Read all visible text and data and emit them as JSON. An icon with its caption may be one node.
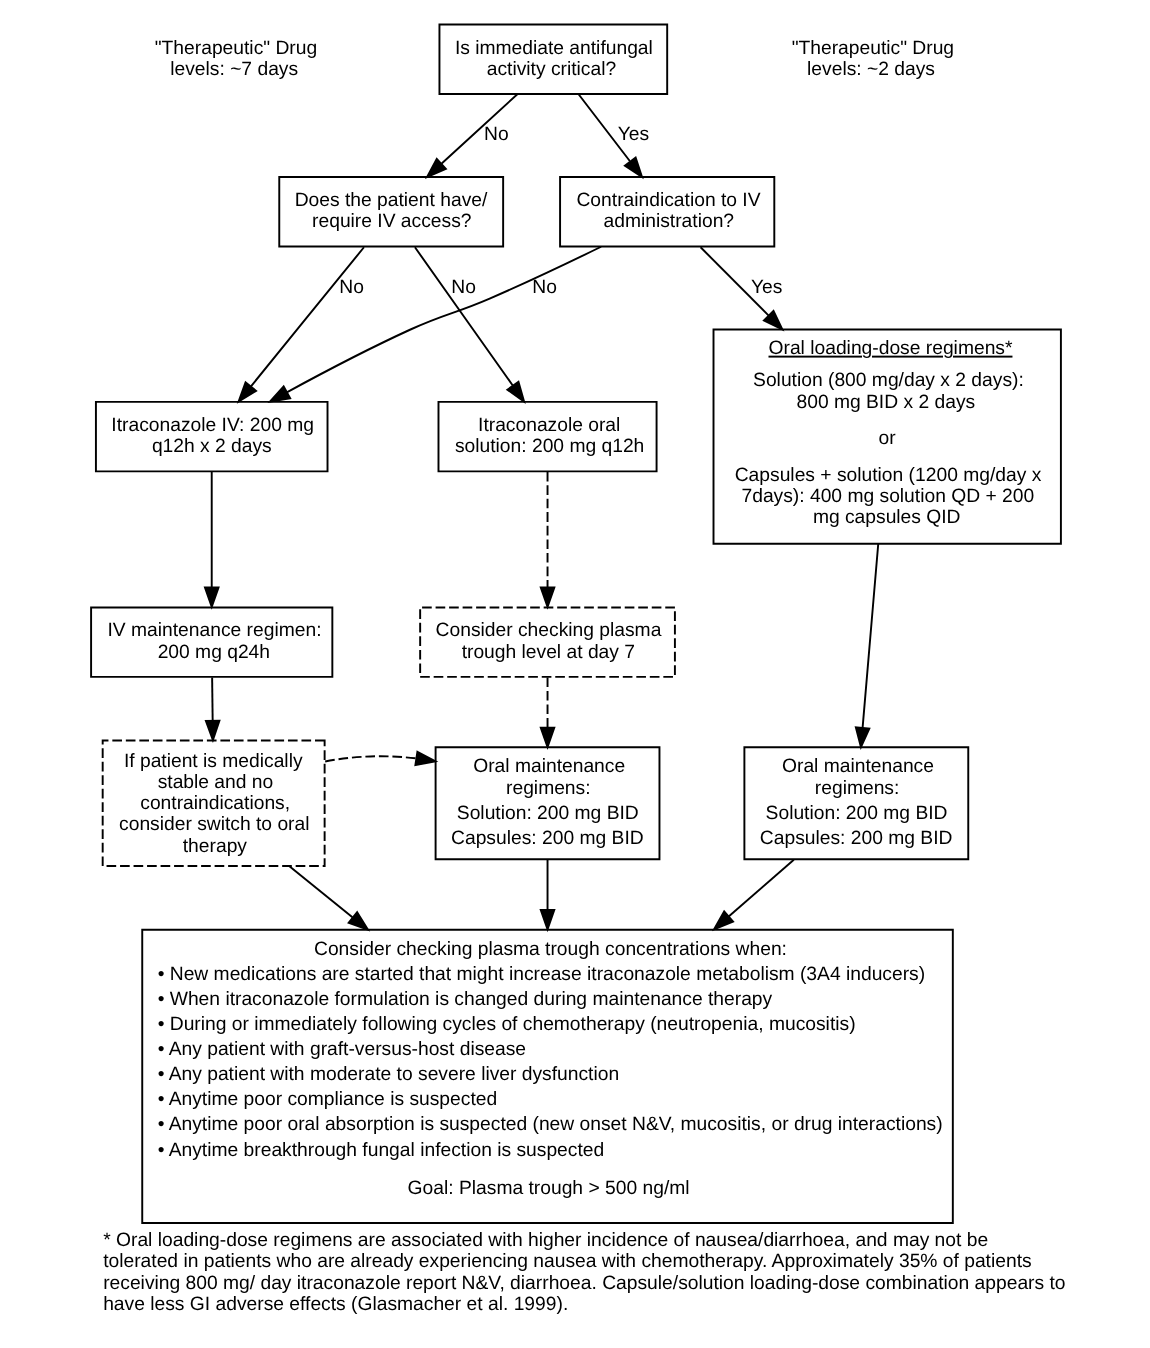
{
  "diagram": {
    "caption": "* Oral loading-dose regimens are associated with higher incidence of nausea/diarrhoea, and may not be tolerated in patients who are already experiencing nausea with chemotherapy. Approximately 35% of patients receiving 800 mg/ day itraconazole report N&V, diarrhoea. Capsule/solution loading-dose combination appears to have less GI adverse effects (Glasmacher et al. 1999).",
    "nodes": [
      {
        "text": [
          "Is immediate antifungal activity critical?"
        ]
      },
      {
        "text": [
          "Does the patient have/ require IV access?"
        ]
      },
      {
        "text": [
          "Contraindication to IV administration?"
        ]
      },
      {
        "text": [
          "Itraconazole oral solution: 200 mg q12h"
        ]
      },
      {
        "text": [
          "Itraconazole IV: 200 mg q12h x 2 days"
        ]
      },
      {
        "text": [
          "Oral loading-dose regimens*",
          "Solution (800 mg/day x 2 days): 800 mg BID x 2 days",
          "or",
          "Capsules + solution (1200 mg/day x 7days): 400 mg solution QD + 200 mg capsules QID"
        ]
      },
      {
        "text": [
          "Consider checking plasma trough level at day 7"
        ]
      },
      {
        "text": [
          "IV maintenance regimen: 200 mg q24h"
        ]
      },
      {
        "text": [
          "Oral maintenance regimens:",
          "Solution: 200 mg BID",
          "Capsules: 200 mg BID"
        ]
      },
      {
        "text": [
          "If patient is medically stable and no contraindications, consider switch to oral therapy"
        ]
      },
      {
        "text": [
          "Oral maintenance regimens:",
          "Solution: 200 mg BID",
          "Capsules: 200 mg BID"
        ]
      },
      {
        "text": [
          "Consider checking plasma trough concentrations when:",
          "• New medications are started that might increase itraconazole metabolism (3A4 inducers)",
          "• When itraconazole formulation is changed during maintenance therapy",
          "• During or immediately following cycles of chemotherapy (neutropenia, mucositis)",
          "• Any patient with graft-versus-host disease",
          "• Any patient with moderate to severe liver dysfunction",
          "• Anytime poor compliance is suspected",
          "• Anytime poor oral absorption is suspected (new onset N&V, mucositis, or drug interactions)",
          "• Anytime breakthrough fungal infection is suspected",
          "Goal: Plasma trough > 500 ng/ml"
        ]
      }
    ],
    "edges": [
      {
        "from": 0,
        "to": 1,
        "arrow": "to",
        "label": "No"
      },
      {
        "from": 0,
        "to": 2,
        "arrow": "to",
        "label": "Yes"
      },
      {
        "from": 1,
        "to": 3,
        "arrow": "to",
        "label": "No"
      },
      {
        "from": 1,
        "to": 4,
        "arrow": "to",
        "label": "No"
      },
      {
        "from": 2,
        "to": 4,
        "arrow": "to",
        "label": "No"
      },
      {
        "from": 2,
        "to": 5,
        "arrow": "to",
        "label": "Yes"
      },
      {
        "from": 3,
        "to": 6,
        "arrow": "to",
        "style": "dashed"
      },
      {
        "from": 6,
        "to": 8,
        "arrow": "to",
        "style": "dashed"
      },
      {
        "from": 4,
        "to": 7,
        "arrow": "to"
      },
      {
        "from": 7,
        "to": 9,
        "arrow": "to"
      },
      {
        "from": 9,
        "to": 8,
        "arrow": "to",
        "style": "dashed"
      },
      {
        "from": 5,
        "to": 10,
        "arrow": "to"
      },
      {
        "from": 8,
        "to": 11,
        "arrow": "to"
      },
      {
        "from": 9,
        "to": 11,
        "arrow": "to"
      },
      {
        "from": 10,
        "to": 11,
        "arrow": "to"
      }
    ],
    "labels": [
      "\"Therapeutic\" Drug levels: ~7 days",
      "\"Therapeutic\" Drug levels: ~2 days"
    ]
  }
}
